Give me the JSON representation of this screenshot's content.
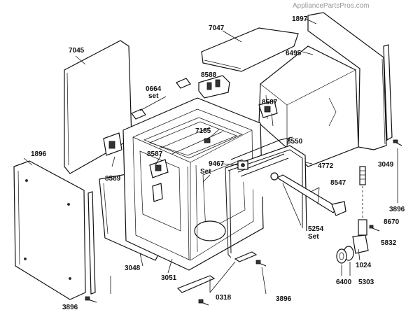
{
  "watermark": "AppliancePartsPros.com",
  "labels": {
    "p1897": "1897",
    "p7047": "7047",
    "p7045": "7045",
    "p6495": "6495",
    "p8588": "8588",
    "p0664": "0664",
    "p0664_set": "set",
    "p8587a": "8587",
    "p7185": "7185",
    "p1896a": "1896",
    "p8589": "8589",
    "p8587b": "8587",
    "p9467": "9467",
    "pSet1": "Set",
    "p8550": "8550",
    "p4772": "4772",
    "p3049": "3049",
    "p8547": "8547",
    "p3896a": "3896",
    "p8670": "8670",
    "p5254": "5254",
    "p5254_set": "Set",
    "p5832": "5832",
    "p3048": "3048",
    "p3051": "3051",
    "p1024": "1024",
    "p6400": "6400",
    "p5303": "5303",
    "p3896b": "3896",
    "p0318": "0318",
    "p3896c": "3896"
  }
}
